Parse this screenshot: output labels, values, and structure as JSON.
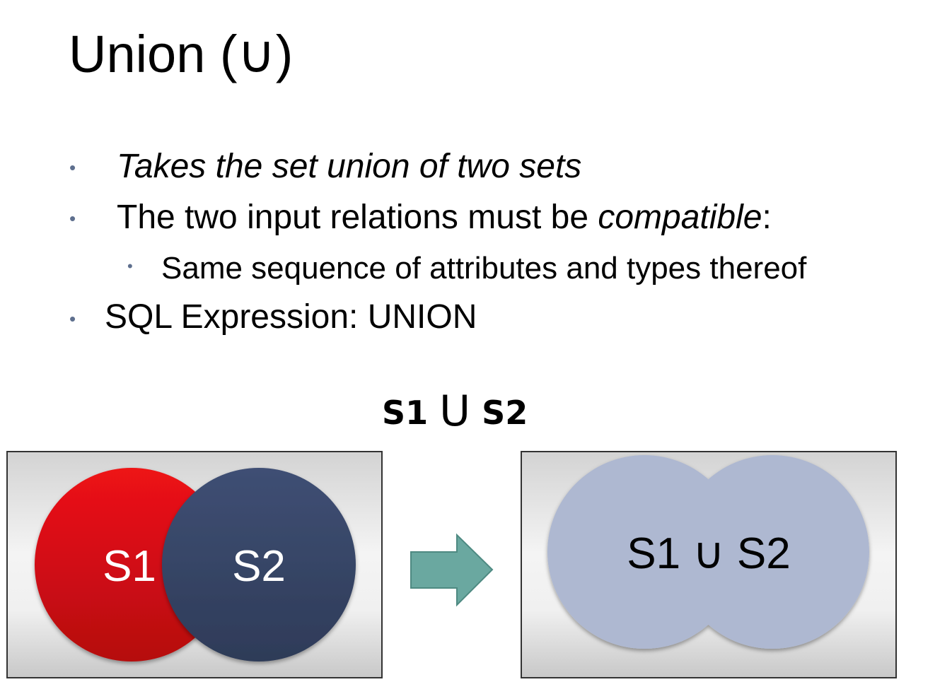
{
  "slide": {
    "title": "Union (∪)",
    "bullets": [
      {
        "text": "Takes the set union of two sets"
      },
      {
        "text_before": "The two input relations must be ",
        "emphasis": "compatible",
        "text_after": ":"
      },
      {
        "text": "Same sequence of attributes and types thereof"
      },
      {
        "text": "SQL Expression: UNION"
      }
    ]
  },
  "diagram": {
    "label_left": "S1",
    "label_op": "U",
    "label_right": "S2",
    "left_box": {
      "circle_a": {
        "label": "S1",
        "color": "#d90e12"
      },
      "circle_b": {
        "label": "S2",
        "color": "#3b4a6d"
      }
    },
    "arrow_color": "#6aa8a0",
    "right_box": {
      "label": "S1 ∪ S2",
      "color": "#aeb8d1"
    }
  }
}
